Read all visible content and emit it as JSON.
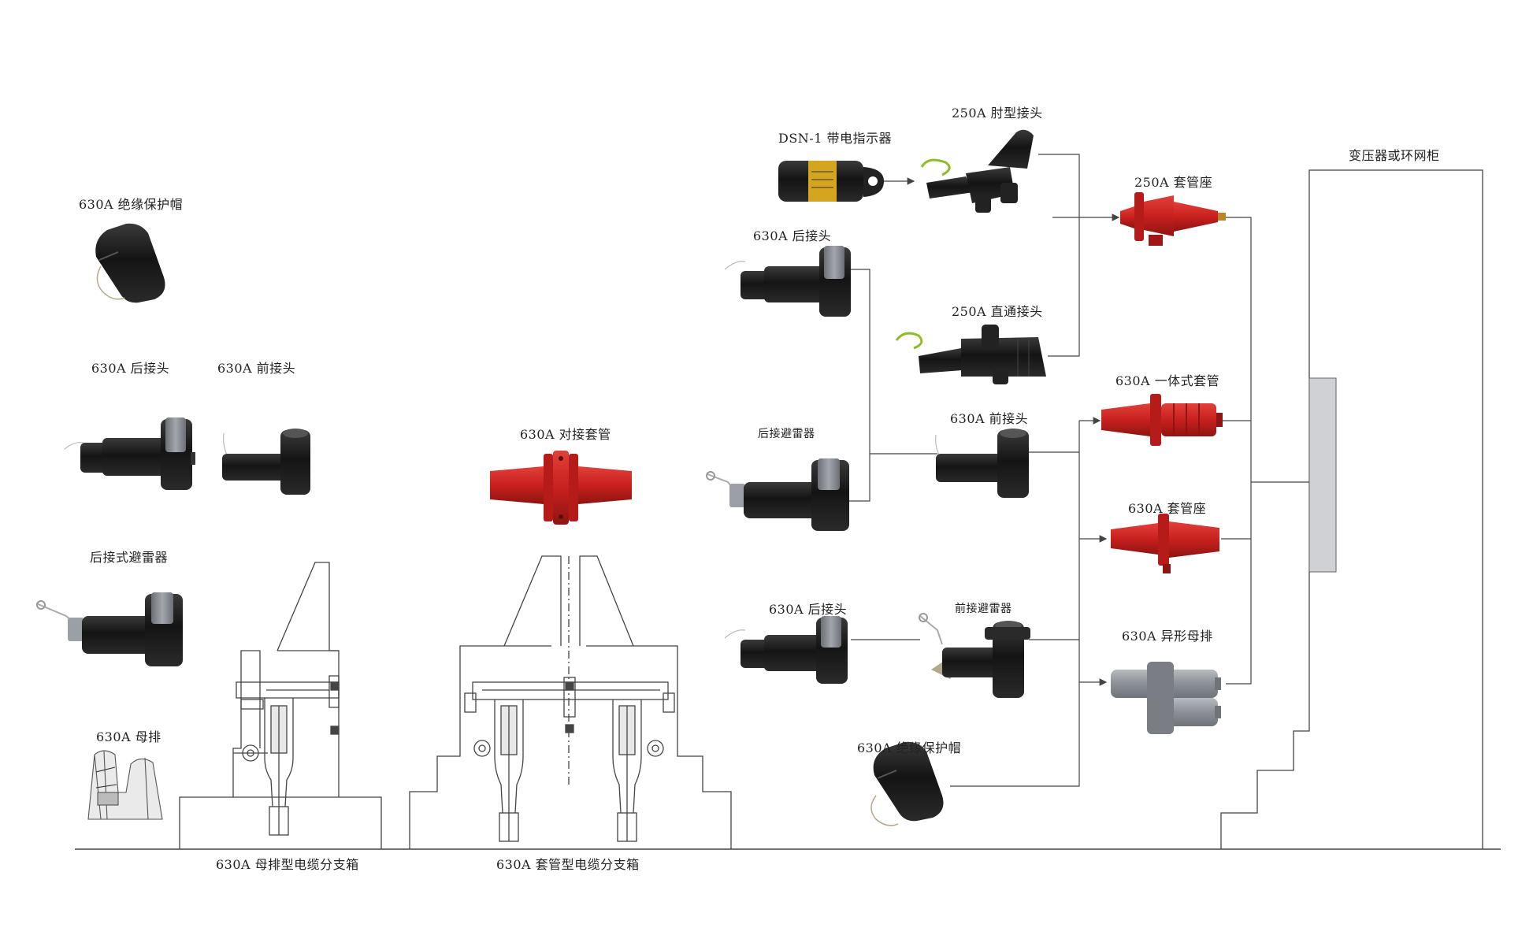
{
  "colors": {
    "line": "#444444",
    "rubber_black": "#1f1f1f",
    "rubber_grey": "#8c9096",
    "red_epoxy": "#c8201e",
    "red_dark": "#8e1512",
    "panel_grey": "#cfd1d4",
    "copper": "#b8862b"
  },
  "left_group": {
    "cap_630": "630A 绝缘保护帽",
    "rear_630": "630A 后接头",
    "front_630": "630A 前接头",
    "rear_arrester": "后接式避雷器",
    "busbar_630": "630A 母排"
  },
  "center": {
    "docking_bushing": "630A 对接套管"
  },
  "cabinets": {
    "busbar_cabinet": "630A 母排型电缆分支箱",
    "bushing_cabinet": "630A 套管型电缆分支箱"
  },
  "right_group": {
    "dsn_indicator": "DSN-1 带电指示器",
    "elbow_250": "250A 肘型接头",
    "bushing_well_250": "250A 套管座",
    "rear_630_top": "630A 后接头",
    "straight_250": "250A 直通接头",
    "rear_arrester_mid": "后接避雷器",
    "front_630_mid": "630A 前接头",
    "integral_bushing_630": "630A 一体式套管",
    "bushing_well_630": "630A 套管座",
    "rear_630_low": "630A 后接头",
    "front_arrester": "前接避雷器",
    "shaped_busbar_630": "630A 异形母排",
    "cap_630_low": "630A 绝缘保护帽",
    "transformer": "变压器或环网柜"
  }
}
